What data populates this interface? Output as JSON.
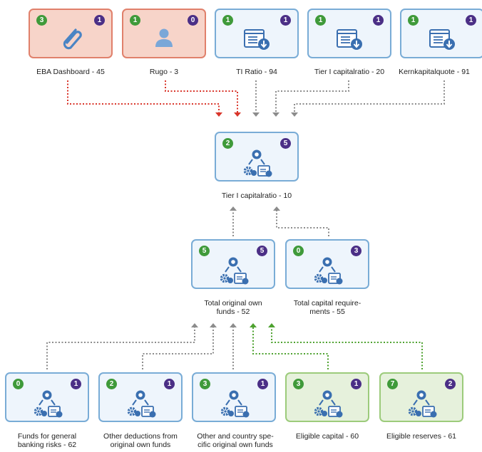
{
  "nodes": [
    {
      "id": "eba",
      "label": "EBA Dashboard - 45",
      "in_count": "3",
      "out_count": "1",
      "icon": "paperclip-icon",
      "variant": "red"
    },
    {
      "id": "rugo",
      "label": "Rugo - 3",
      "in_count": "1",
      "out_count": "0",
      "icon": "user-icon",
      "variant": "red"
    },
    {
      "id": "tiratio",
      "label": "TI Ratio - 94",
      "in_count": "1",
      "out_count": "1",
      "icon": "report-download-icon",
      "variant": "blue"
    },
    {
      "id": "tier1top",
      "label": "Tier I capitalratio - 20",
      "in_count": "1",
      "out_count": "1",
      "icon": "report-download-icon",
      "variant": "blue"
    },
    {
      "id": "kern",
      "label": "Kernkapitalquote - 91",
      "in_count": "1",
      "out_count": "1",
      "icon": "report-download-icon",
      "variant": "blue"
    },
    {
      "id": "tier1mid",
      "label": "Tier I capitalratio - 10",
      "in_count": "2",
      "out_count": "5",
      "icon": "dataflow-icon",
      "variant": "blue"
    },
    {
      "id": "toof",
      "label": "Total original own\nfunds - 52",
      "in_count": "5",
      "out_count": "5",
      "icon": "dataflow-icon",
      "variant": "blue"
    },
    {
      "id": "tcr",
      "label": "Total capital require-\nments - 55",
      "in_count": "0",
      "out_count": "3",
      "icon": "dataflow-icon",
      "variant": "blue"
    },
    {
      "id": "ffgbr",
      "label": "Funds for general\nbanking risks - 62",
      "in_count": "0",
      "out_count": "1",
      "icon": "dataflow-icon",
      "variant": "blue"
    },
    {
      "id": "odoof",
      "label": "Other deductions from\noriginal own funds",
      "in_count": "2",
      "out_count": "1",
      "icon": "dataflow-icon",
      "variant": "blue"
    },
    {
      "id": "ocsoof",
      "label": "Other and country spe-\ncific original own funds",
      "in_count": "3",
      "out_count": "1",
      "icon": "dataflow-icon",
      "variant": "blue"
    },
    {
      "id": "elcap",
      "label": "Eligible capital - 60",
      "in_count": "3",
      "out_count": "1",
      "icon": "dataflow-icon",
      "variant": "green"
    },
    {
      "id": "elres",
      "label": "Eligible reserves - 61",
      "in_count": "7",
      "out_count": "2",
      "icon": "dataflow-icon",
      "variant": "green"
    }
  ],
  "colors": {
    "red_edge": "#d9362b",
    "gray_edge": "#8c8c8c",
    "green_edge": "#4ea22f"
  }
}
